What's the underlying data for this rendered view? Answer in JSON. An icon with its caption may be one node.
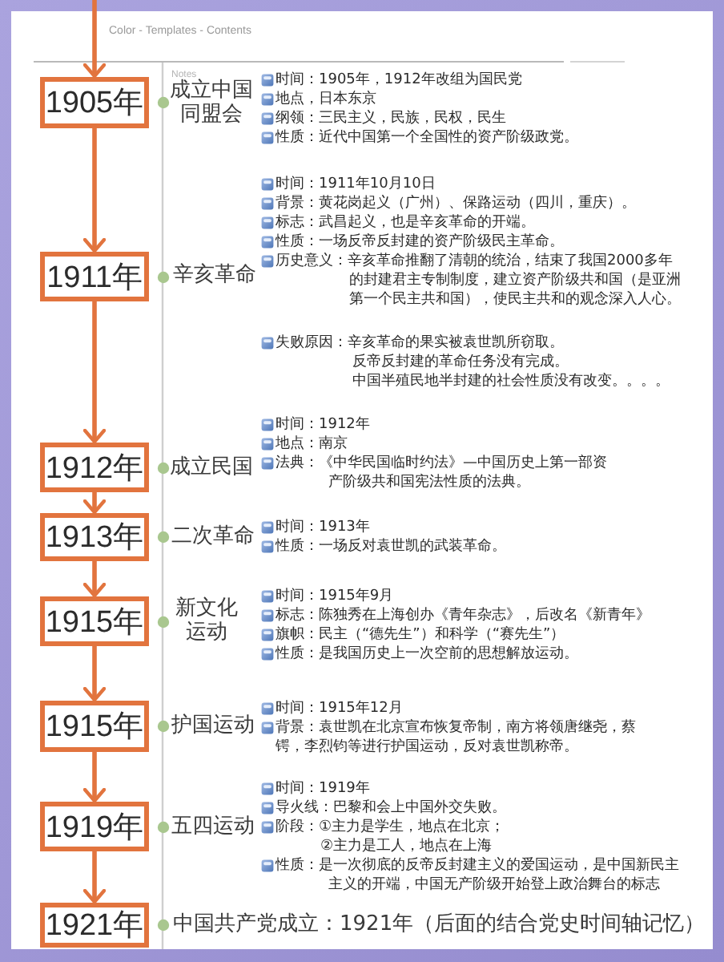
{
  "diagram": {
    "nodes": [
      {
        "text": [
          "1905年"
        ],
        "beside": [
          "成立中国同盟会"
        ]
      },
      {
        "text": [
          "1911年"
        ],
        "beside": [
          "辛亥革命"
        ]
      },
      {
        "text": [
          "1912年"
        ],
        "beside": [
          "成立民国"
        ]
      },
      {
        "text": [
          "1913年"
        ],
        "beside": [
          "二次革命"
        ]
      },
      {
        "text": [
          "1915年"
        ],
        "beside": [
          "新文化运动"
        ]
      },
      {
        "text": [
          "1915年"
        ],
        "beside": [
          "护国运动"
        ]
      },
      {
        "text": [
          "1919年"
        ],
        "beside": [
          "五四运动"
        ]
      },
      {
        "text": [
          "1921年"
        ],
        "beside": [
          "中国共产党成立：1921年（后面的结合党史时间轴记忆）"
        ]
      }
    ],
    "edges": [
      {
        "from": null,
        "to": 0,
        "arrow": "to"
      },
      {
        "from": 0,
        "to": 1,
        "arrow": "to"
      },
      {
        "from": 1,
        "to": 2,
        "arrow": "to"
      },
      {
        "from": 2,
        "to": 3,
        "arrow": "to"
      },
      {
        "from": 3,
        "to": 4,
        "arrow": "to"
      },
      {
        "from": 4,
        "to": 5,
        "arrow": "to"
      },
      {
        "from": 5,
        "to": 6,
        "arrow": "to"
      },
      {
        "from": 6,
        "to": 7,
        "arrow": "to"
      }
    ],
    "labels": [
      "Color - Templates - Contents",
      "Notes",
      "时间：1905年，1912年改组为国民党",
      "地点，日本东京",
      "纲领：三民主义，民族，民权，民生",
      "性质：近代中国第一个全国性的资产阶级政党。",
      "时间：1911年10月10日",
      "背景：黄花岗起义（广州）、保路运动（四川，重庆）。",
      "标志：武昌起义，也是辛亥革命的开端。",
      "性质：一场反帝反封建的资产阶级民主革命。",
      "历史意义：辛亥革命推翻了清朝的统治，结束了我国2000多年的封建君主专制制度，建立资产阶级共和国（是亚洲第一个民主共和国），使民主共和的观念深入人心。",
      "失败原因：辛亥革命的果实被袁世凯所窃取。",
      "反帝反封建的革命任务没有完成。",
      "中国半殖民地半封建的社会性质没有改变。。。。",
      "时间：1912年",
      "地点：南京",
      "法典：《中华民国临时约法》—中国历史上第一部资产阶级共和国宪法性质的法典。",
      "时间：1913年",
      "性质：一场反对袁世凯的武装革命。",
      "时间：1915年9月",
      "标志：陈独秀在上海创办《青年杂志》，后改名《新青年》",
      "旗帜：民主（“德先生”）和科学（“赛先生”）",
      "性质：是我国历史上一次空前的思想解放运动。",
      "时间：1915年12月",
      "背景：袁世凯在北京宣布恢复帝制，南方将领唐继尧，蔡锷，李烈钧等进行护国运动，反对袁世凯称帝。",
      "时间：1919年",
      "导火线：巴黎和会上中国外交失败。",
      "阶段：①主力是学生，地点在北京；",
      "②主力是工人，地点在上海",
      "性质：是一次彻底的反帝反封建主义的爱国运动，是中国新民主主义的开端，中国无产阶级开始登上政治舞台的标志"
    ]
  }
}
